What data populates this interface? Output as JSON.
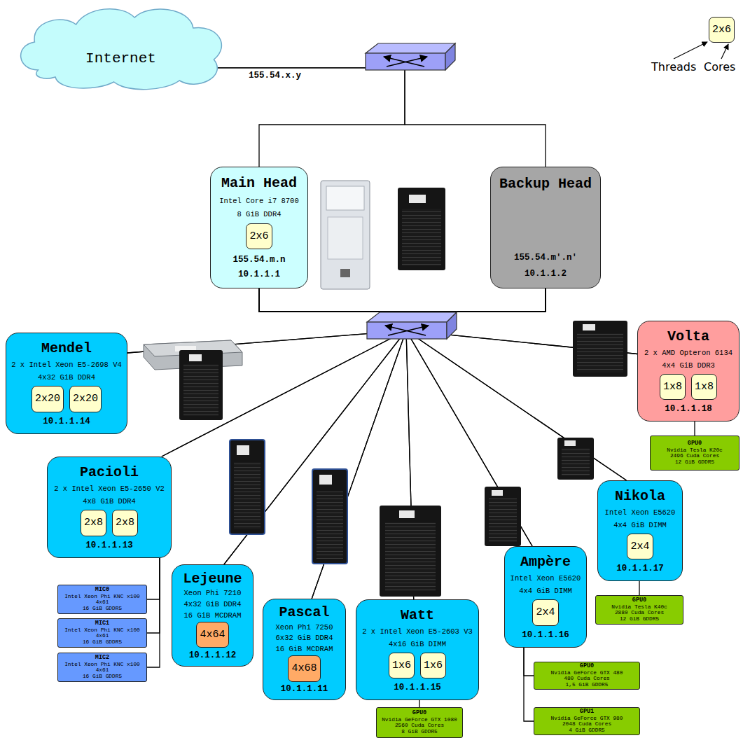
{
  "diagram": {
    "nodes": [
      {
        "text": [
          "Internet"
        ]
      },
      {
        "text": [
          "2x6"
        ]
      },
      {
        "text": [
          "Main Head",
          "Intel Core i7 8700",
          "8 GiB DDR4",
          "155.54.m.n",
          "10.1.1.1"
        ]
      },
      {
        "text": [
          "2x6"
        ],
        "in": 2
      },
      {
        "text": [
          "Backup Head",
          "155.54.m'.n'",
          "10.1.1.2"
        ]
      },
      {
        "text": [
          "Mendel",
          "2 x Intel Xeon E5-2698 V4",
          "4x32 GiB DDR4",
          "10.1.1.14"
        ]
      },
      {
        "text": [
          "2x20"
        ],
        "in": 5
      },
      {
        "text": [
          "2x20"
        ],
        "in": 5
      },
      {
        "text": [
          "Volta",
          "2 x AMD Opteron 6134",
          "4x4 GiB DDR3",
          "10.1.1.18"
        ]
      },
      {
        "text": [
          "1x8"
        ],
        "in": 8
      },
      {
        "text": [
          "1x8"
        ],
        "in": 8
      },
      {
        "text": [
          "GPU0",
          "Nvidia Tesla K20c",
          "2496 Cuda Cores",
          "12 GiB GDDR5"
        ]
      },
      {
        "text": [
          "Pacioli",
          "2 x Intel Xeon E5-2650 V2",
          "4x8 GiB DDR4",
          "10.1.1.13"
        ]
      },
      {
        "text": [
          "2x8"
        ],
        "in": 12
      },
      {
        "text": [
          "2x8"
        ],
        "in": 12
      },
      {
        "text": [
          "Nikola",
          "Intel Xeon E5620",
          "4x4 GiB DIMM",
          "10.1.1.17"
        ]
      },
      {
        "text": [
          "2x4"
        ],
        "in": 15
      },
      {
        "text": [
          "Lejeune",
          "Xeon Phi 7210",
          "4x32 GiB DDR4",
          "16 GiB MCDRAM",
          "10.1.1.12"
        ]
      },
      {
        "text": [
          "4x64"
        ],
        "in": 17
      },
      {
        "text": [
          "Ampère",
          "Intel Xeon E5620",
          "4x4 GiB DIMM",
          "10.1.1.16"
        ]
      },
      {
        "text": [
          "2x4"
        ],
        "in": 19
      },
      {
        "text": [
          "GPU0",
          "Nvidia Tesla K40c",
          "2880 Cuda Cores",
          "12 GiB GDDR5"
        ]
      },
      {
        "text": [
          "Pascal",
          "Xeon Phi 7250",
          "6x32 GiB DDR4",
          "16 GiB MCDRAM",
          "10.1.1.11"
        ]
      },
      {
        "text": [
          "4x68"
        ],
        "in": 22
      },
      {
        "text": [
          "Watt",
          "2 x Intel Xeon E5-2603 V3",
          "4x16 GiB DIMM",
          "10.1.1.15"
        ]
      },
      {
        "text": [
          "1x6"
        ],
        "in": 24
      },
      {
        "text": [
          "1x6"
        ],
        "in": 24
      },
      {
        "text": [
          "MIC0",
          "Intel Xeon Phi KNC x100",
          "4x61",
          "16 GiB GDDR5"
        ]
      },
      {
        "text": [
          "MIC1",
          "Intel Xeon Phi KNC x100",
          "4x61",
          "16 GiB GDDR5"
        ]
      },
      {
        "text": [
          "MIC2",
          "Intel Xeon Phi KNC x100",
          "4x61",
          "16 GiB GDDR5"
        ]
      },
      {
        "text": [
          "GPU0",
          "Nvidia GeForce GTX 480",
          "480 Cuda Cores",
          "1,5 GiB GDDR5"
        ]
      },
      {
        "text": [
          "GPU1",
          "Nvidia GeForce GTX 980",
          "2048 Cuda Cores",
          "4 GiB GDDR5"
        ]
      },
      {
        "text": [
          "GPU0",
          "Nvidia GeForce GTX 1080",
          "2560 Cuda Cores",
          "8 GiB GDDR5"
        ]
      }
    ],
    "edges": [
      {
        "from": 0,
        "to": 2,
        "arrow": "none"
      },
      {
        "from": 0,
        "to": 4,
        "arrow": "none"
      },
      {
        "from": 2,
        "to": 5,
        "arrow": "none"
      },
      {
        "from": 2,
        "to": 12,
        "arrow": "none"
      },
      {
        "from": 2,
        "to": 17,
        "arrow": "none"
      },
      {
        "from": 2,
        "to": 22,
        "arrow": "none"
      },
      {
        "from": 2,
        "to": 24,
        "arrow": "none"
      },
      {
        "from": 2,
        "to": 19,
        "arrow": "none"
      },
      {
        "from": 2,
        "to": 15,
        "arrow": "none"
      },
      {
        "from": 2,
        "to": 8,
        "arrow": "none"
      },
      {
        "from": 4,
        "to": 5,
        "arrow": "none"
      },
      {
        "from": 4,
        "to": 12,
        "arrow": "none"
      },
      {
        "from": 4,
        "to": 17,
        "arrow": "none"
      },
      {
        "from": 4,
        "to": 22,
        "arrow": "none"
      },
      {
        "from": 4,
        "to": 24,
        "arrow": "none"
      },
      {
        "from": 4,
        "to": 19,
        "arrow": "none"
      },
      {
        "from": 4,
        "to": 15,
        "arrow": "none"
      },
      {
        "from": 4,
        "to": 8,
        "arrow": "none"
      },
      {
        "from": 8,
        "to": 11,
        "arrow": "none"
      },
      {
        "from": 15,
        "to": 21,
        "arrow": "none"
      },
      {
        "from": 19,
        "to": 30,
        "arrow": "none"
      },
      {
        "from": 19,
        "to": 31,
        "arrow": "none"
      },
      {
        "from": 24,
        "to": 32,
        "arrow": "none"
      },
      {
        "from": 12,
        "to": 27,
        "arrow": "none"
      },
      {
        "from": 12,
        "to": 28,
        "arrow": "none"
      },
      {
        "from": 12,
        "to": 29,
        "arrow": "none"
      }
    ],
    "labels": [
      "155.54.x.y",
      "Threads",
      "Cores"
    ]
  }
}
